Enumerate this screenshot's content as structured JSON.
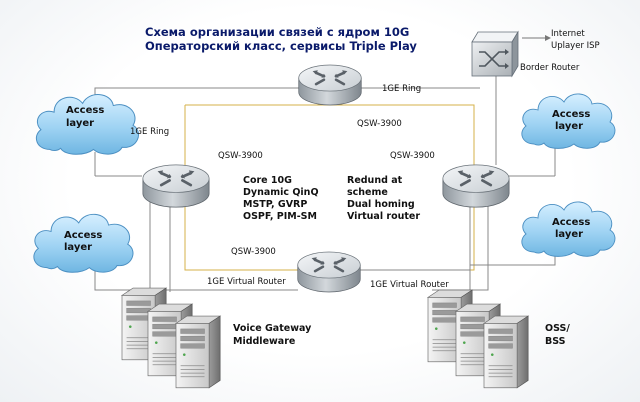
{
  "title": {
    "line1": "Схема организации связей с ядром 10G",
    "line2": "Операторский класс, сервисы Triple Play"
  },
  "internet": {
    "line1": "Internet",
    "line2": "Uplayer ISP"
  },
  "border_router_label": "Border Router",
  "rings": {
    "left": "1GE Ring",
    "top": "1GE Ring"
  },
  "switch_labels": {
    "top": "QSW-3900",
    "left": "QSW-3900",
    "right": "QSW-3900",
    "bottom": "QSW-3900"
  },
  "virtual_router_labels": {
    "left": "1GE Virtual Router",
    "right": "1GE Virtual Router"
  },
  "core_block": [
    "Core 10G",
    "Dynamic QinQ",
    "MSTP, GVRP",
    "OSPF, PIM-SM"
  ],
  "redundant_block": [
    "Redund at",
    "scheme",
    "Dual homing",
    "Virtual router"
  ],
  "clouds": {
    "left_top": {
      "line1": "Access",
      "line2": "layer"
    },
    "left_bottom": {
      "line1": "Access",
      "line2": "layer"
    },
    "right_top": {
      "line1": "Access",
      "line2": "layer"
    },
    "right_bottom": {
      "line1": "Access",
      "line2": "layer"
    }
  },
  "servers": {
    "left": {
      "line1": "Voice Gateway",
      "line2": "Middleware"
    },
    "right": {
      "line1": "OSS/",
      "line2": "BSS"
    }
  },
  "colors": {
    "title": "#0a1a6a",
    "cloud": "#9fd3f3",
    "router_body": "#c6ccd1",
    "router_top": "#e4e8ec",
    "core_ring": "#d6b24a",
    "links": "#777777"
  }
}
